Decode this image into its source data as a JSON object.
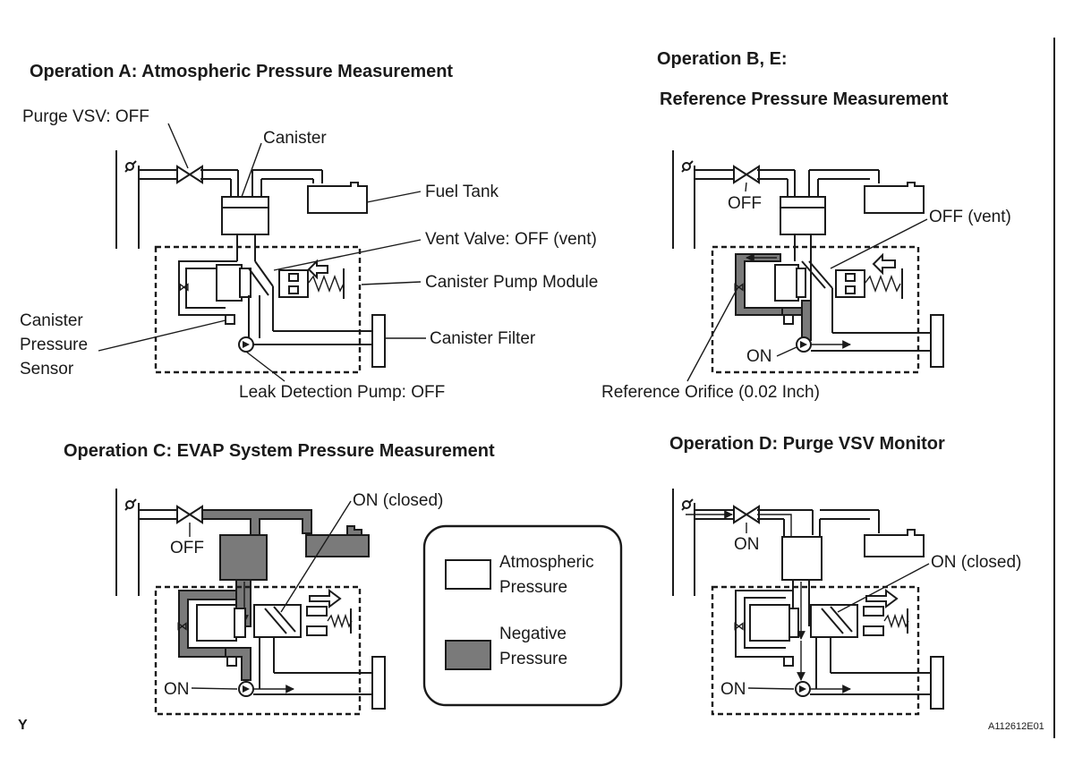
{
  "panel_a": {
    "title": "Operation A: Atmospheric Pressure Measurement",
    "purge_vsv": "Purge VSV: OFF",
    "canister": "Canister",
    "fuel_tank": "Fuel Tank",
    "vent_valve": "Vent Valve: OFF (vent)",
    "pump_module": "Canister Pump Module",
    "pressure_sensor_l1": "Canister",
    "pressure_sensor_l2": "Pressure",
    "pressure_sensor_l3": "Sensor",
    "canister_filter": "Canister Filter",
    "leak_pump": "Leak Detection Pump: OFF"
  },
  "panel_be": {
    "title_l1": "Operation B, E:",
    "title_l2": "Reference Pressure Measurement",
    "vsv": "OFF",
    "vent": "OFF (vent)",
    "pump": "ON",
    "orifice": "Reference Orifice (0.02 Inch)"
  },
  "panel_c": {
    "title": "Operation C: EVAP System Pressure Measurement",
    "vsv": "OFF",
    "vent": "ON (closed)",
    "pump": "ON"
  },
  "panel_d": {
    "title": "Operation D: Purge VSV Monitor",
    "vsv": "ON",
    "vent": "ON (closed)",
    "pump": "ON"
  },
  "legend": {
    "atm_l1": "Atmospheric",
    "atm_l2": "Pressure",
    "neg_l1": "Negative",
    "neg_l2": "Pressure",
    "atm_color": "#ffffff",
    "neg_color": "#7a7a7a"
  },
  "footer": {
    "corner": "Y",
    "code": "A112612E01"
  }
}
